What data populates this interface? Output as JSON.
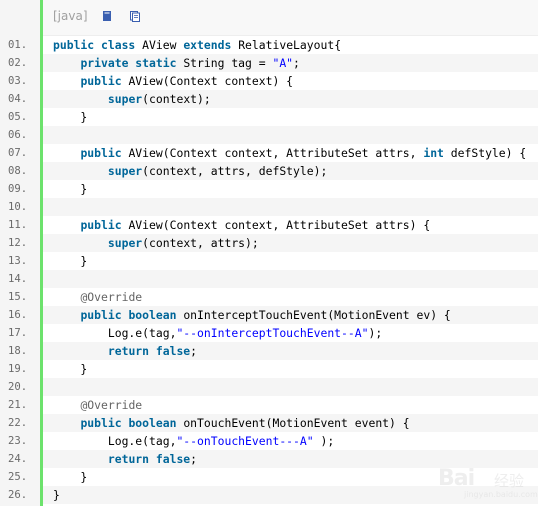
{
  "toolbar": {
    "language": "[java]",
    "view_source_icon": "view-source-icon",
    "copy_icon": "copy-icon"
  },
  "colors": {
    "gutter_bar": "#6ce26c",
    "keyword": "#006699",
    "string": "#0000ff",
    "annotation": "#646464"
  },
  "code": {
    "lines": [
      {
        "num": "01.",
        "tokens": [
          [
            "kw",
            "public class "
          ],
          [
            "plain",
            "AView "
          ],
          [
            "kw",
            "extends "
          ],
          [
            "plain",
            "RelativeLayout{"
          ]
        ]
      },
      {
        "num": "02.",
        "tokens": [
          [
            "plain",
            "    "
          ],
          [
            "kw",
            "private static "
          ],
          [
            "plain",
            "String tag = "
          ],
          [
            "string",
            "\"A\""
          ],
          [
            "plain",
            ";"
          ]
        ]
      },
      {
        "num": "03.",
        "tokens": [
          [
            "plain",
            "    "
          ],
          [
            "kw",
            "public "
          ],
          [
            "plain",
            "AView(Context context) {"
          ]
        ]
      },
      {
        "num": "04.",
        "tokens": [
          [
            "plain",
            "        "
          ],
          [
            "kw",
            "super"
          ],
          [
            "plain",
            "(context);"
          ]
        ]
      },
      {
        "num": "05.",
        "tokens": [
          [
            "plain",
            "    }"
          ]
        ]
      },
      {
        "num": "06.",
        "tokens": []
      },
      {
        "num": "07.",
        "tokens": [
          [
            "plain",
            "    "
          ],
          [
            "kw",
            "public "
          ],
          [
            "plain",
            "AView(Context context, AttributeSet attrs, "
          ],
          [
            "kw",
            "int "
          ],
          [
            "plain",
            "defStyle) {"
          ]
        ]
      },
      {
        "num": "08.",
        "tokens": [
          [
            "plain",
            "        "
          ],
          [
            "kw",
            "super"
          ],
          [
            "plain",
            "(context, attrs, defStyle);"
          ]
        ]
      },
      {
        "num": "09.",
        "tokens": [
          [
            "plain",
            "    }"
          ]
        ]
      },
      {
        "num": "10.",
        "tokens": []
      },
      {
        "num": "11.",
        "tokens": [
          [
            "plain",
            "    "
          ],
          [
            "kw",
            "public "
          ],
          [
            "plain",
            "AView(Context context, AttributeSet attrs) {"
          ]
        ]
      },
      {
        "num": "12.",
        "tokens": [
          [
            "plain",
            "        "
          ],
          [
            "kw",
            "super"
          ],
          [
            "plain",
            "(context, attrs);"
          ]
        ]
      },
      {
        "num": "13.",
        "tokens": [
          [
            "plain",
            "    }"
          ]
        ]
      },
      {
        "num": "14.",
        "tokens": []
      },
      {
        "num": "15.",
        "tokens": [
          [
            "plain",
            "    "
          ],
          [
            "annotation",
            "@Override"
          ]
        ]
      },
      {
        "num": "16.",
        "tokens": [
          [
            "plain",
            "    "
          ],
          [
            "kw",
            "public boolean "
          ],
          [
            "plain",
            "onInterceptTouchEvent(MotionEvent ev) {"
          ]
        ]
      },
      {
        "num": "17.",
        "tokens": [
          [
            "plain",
            "        Log.e(tag,"
          ],
          [
            "string",
            "\"--onInterceptTouchEvent--A\""
          ],
          [
            "plain",
            ");"
          ]
        ]
      },
      {
        "num": "18.",
        "tokens": [
          [
            "plain",
            "        "
          ],
          [
            "kw",
            "return false"
          ],
          [
            "plain",
            ";"
          ]
        ]
      },
      {
        "num": "19.",
        "tokens": [
          [
            "plain",
            "    }"
          ]
        ]
      },
      {
        "num": "20.",
        "tokens": []
      },
      {
        "num": "21.",
        "tokens": [
          [
            "plain",
            "    "
          ],
          [
            "annotation",
            "@Override"
          ]
        ]
      },
      {
        "num": "22.",
        "tokens": [
          [
            "plain",
            "    "
          ],
          [
            "kw",
            "public boolean "
          ],
          [
            "plain",
            "onTouchEvent(MotionEvent event) {"
          ]
        ]
      },
      {
        "num": "23.",
        "tokens": [
          [
            "plain",
            "        Log.e(tag,"
          ],
          [
            "string",
            "\"--onTouchEvent---A\""
          ],
          [
            "plain",
            " );"
          ]
        ]
      },
      {
        "num": "24.",
        "tokens": [
          [
            "plain",
            "        "
          ],
          [
            "kw",
            "return false"
          ],
          [
            "plain",
            ";"
          ]
        ]
      },
      {
        "num": "25.",
        "tokens": [
          [
            "plain",
            "    }"
          ]
        ]
      },
      {
        "num": "26.",
        "tokens": [
          [
            "plain",
            "}"
          ]
        ]
      }
    ]
  },
  "watermark": {
    "brand": "Bai",
    "suffix": "经验",
    "url": "jingyan.baidu.com",
    "icon": "paw-icon"
  }
}
